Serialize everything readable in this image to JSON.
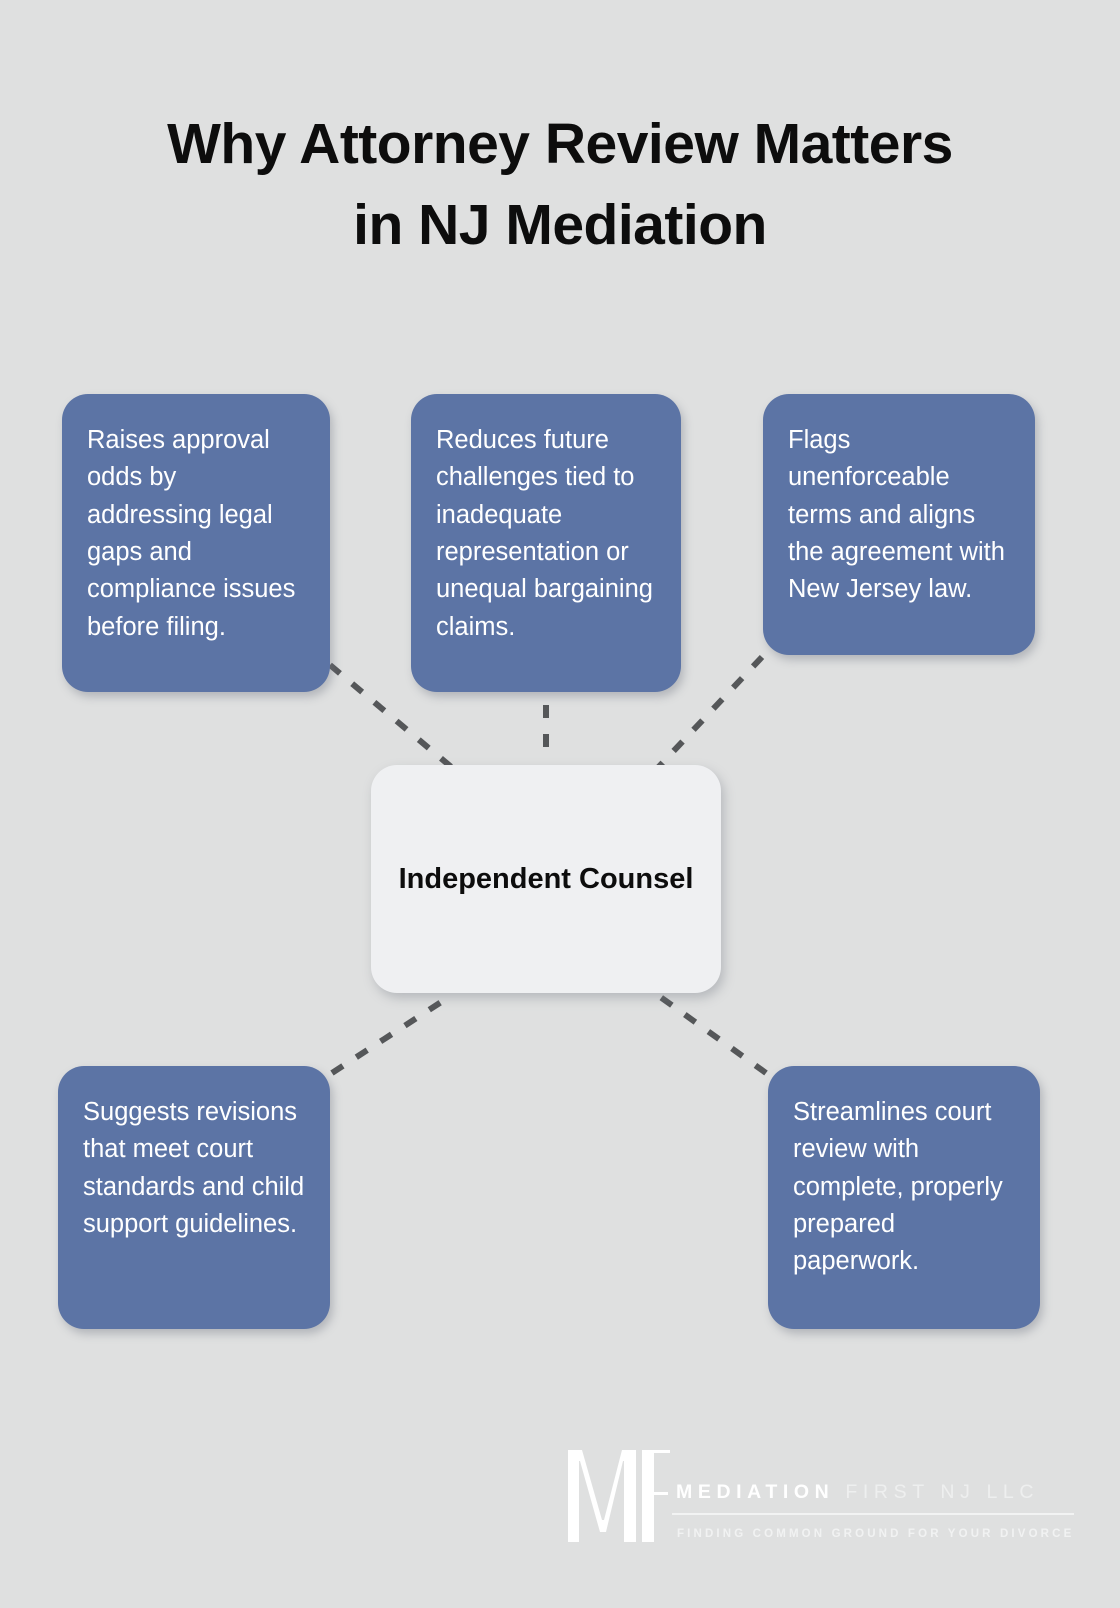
{
  "title": {
    "line1": "Why Attorney Review Matters",
    "line2": "in NJ Mediation"
  },
  "center": {
    "label": "Independent Counsel"
  },
  "cards": [
    {
      "id": "raises-approval-odds",
      "text": "Raises approval odds by addressing legal gaps and compliance issues before filing."
    },
    {
      "id": "reduces-future-challenges",
      "text": "Reduces future challenges tied to inadequate representation or unequal bargaining claims."
    },
    {
      "id": "flags-unenforceable-terms",
      "text": "Flags unenforceable terms and aligns the agreement with New Jersey law."
    },
    {
      "id": "suggests-revisions",
      "text": "Suggests revisions that meet court standards and child support guidelines."
    },
    {
      "id": "streamlines-court-review",
      "text": "Streamlines court review with complete, properly prepared paperwork."
    }
  ],
  "logo": {
    "monogram": "MF",
    "wordmark_bold": "MEDIATION",
    "wordmark_light": "FIRST NJ LLC",
    "tagline": "FINDING COMMON GROUND FOR YOUR DIVORCE"
  },
  "colors": {
    "background": "#dfe0e0",
    "card_blue": "#5c74a5",
    "center_node": "#eff0f2",
    "connector": "#555759",
    "title_text": "#0d0d0d",
    "card_text": "#ffffff"
  }
}
